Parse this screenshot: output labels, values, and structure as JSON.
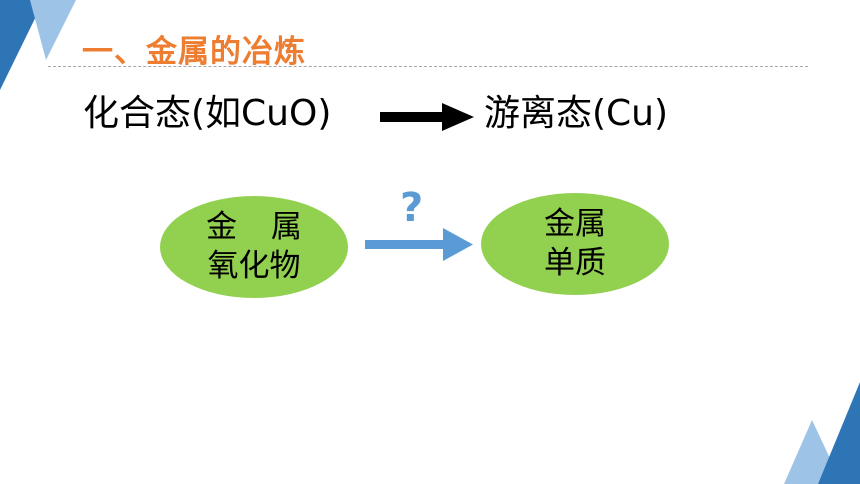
{
  "slide": {
    "title": "一、金属的冶炼",
    "formula": {
      "from": "化合态(如CuO)",
      "to": "游离态(Cu)"
    },
    "process": {
      "source_line1": "金 属",
      "source_line2": "氧化物",
      "question_mark": "?",
      "target_line1": "金属",
      "target_line2": "单质"
    }
  },
  "colors": {
    "title": "#ED7D31",
    "ellipse_fill": "#92D050",
    "blue_arrow": "#5B9BD5",
    "black_arrow": "#000000",
    "decor_dark_blue": "#2E75B6",
    "decor_light_blue": "#9DC3E6"
  }
}
